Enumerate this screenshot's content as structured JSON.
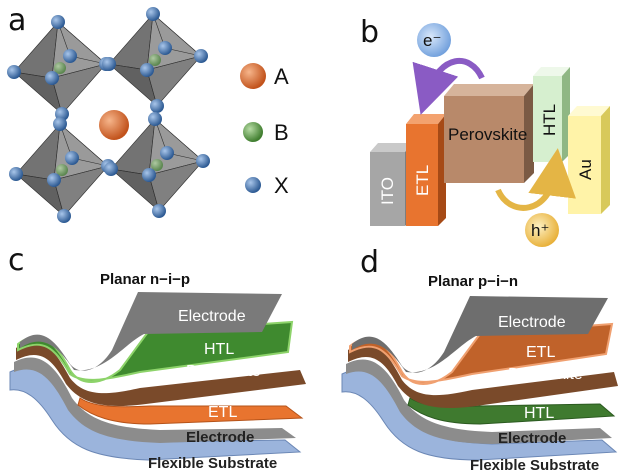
{
  "panels": {
    "a": {
      "letter": "a",
      "legend": [
        {
          "label": "A",
          "color": "#d9652c"
        },
        {
          "label": "B",
          "color": "#5c9b45"
        },
        {
          "label": "X",
          "color": "#3f6fa8"
        }
      ]
    },
    "b": {
      "letter": "b",
      "electron": "e⁻",
      "hole": "h⁺",
      "layers": {
        "ito": "ITO",
        "etl": "ETL",
        "perovskite": "Perovskite",
        "htl": "HTL",
        "au": "Au"
      }
    },
    "c": {
      "letter": "c",
      "title": "Planar n−i−p",
      "layers": {
        "top_electrode": "Electrode",
        "htl": "HTL",
        "perovskite": "Perovskite",
        "etl": "ETL",
        "bottom_electrode": "Electrode",
        "substrate": "Flexible Substrate"
      }
    },
    "d": {
      "letter": "d",
      "title": "Planar p−i−n",
      "layers": {
        "top_electrode": "Electrode",
        "etl": "ETL",
        "perovskite": "Perovskite",
        "htl": "HTL",
        "bottom_electrode": "Electrode",
        "substrate": "Flexible Substrate"
      }
    }
  },
  "colors": {
    "octahedron": "#6e6e6e",
    "ito": "#a6a6a6",
    "etl": "#e8742f",
    "perovskite": "#b8896a",
    "htl": "#d6efcf",
    "au": "#fff3a8",
    "electron": "#8fb8ea",
    "hole": "#f2c45a",
    "electrode": "#7a7a7a",
    "substrate": "#9bb4dc"
  }
}
